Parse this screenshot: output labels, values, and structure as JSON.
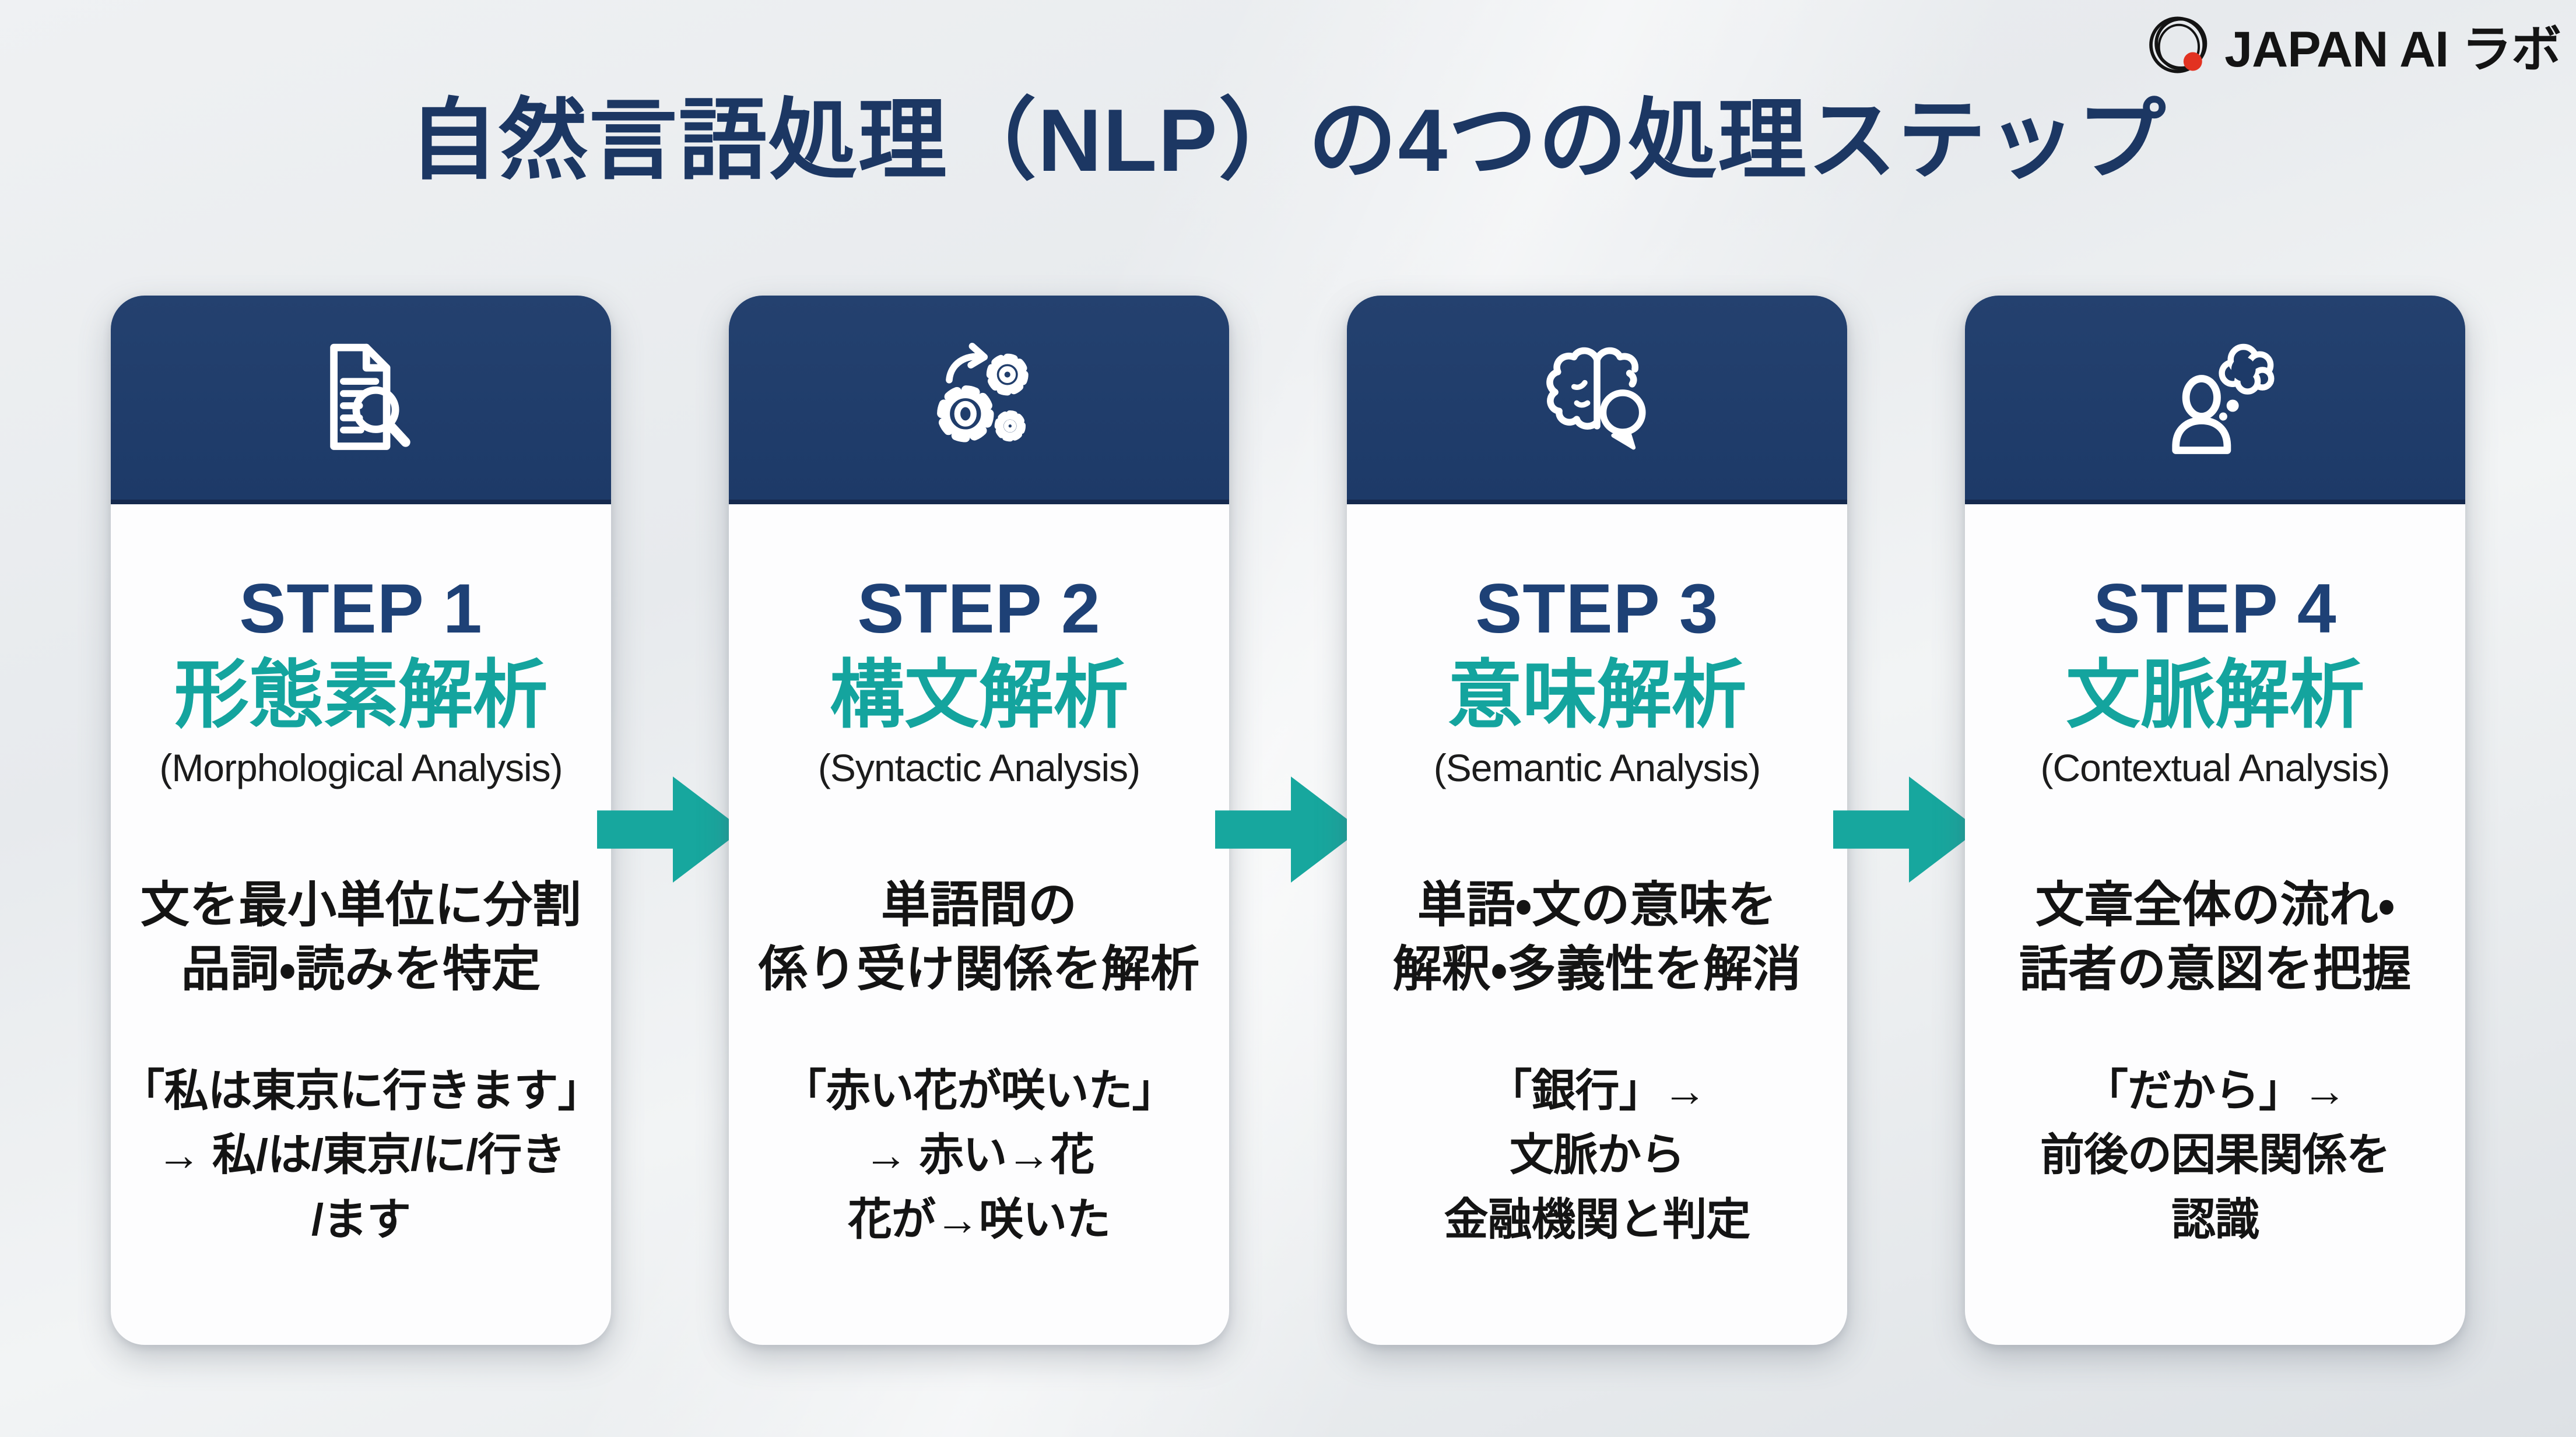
{
  "page": {
    "title": "自然言語処理（NLP）の4つの処理ステップ"
  },
  "logo": {
    "text": "JAPAN AI ラボ",
    "mark": "orbit-rings-with-red-dot-icon",
    "ring_color": "#141414",
    "dot_color": "#e23221"
  },
  "colors": {
    "header_navy": "#1d3a68",
    "title_navy": "#1c3763",
    "step_navy": "#1e4176",
    "teal_accent": "#14a49e",
    "arrow_teal": "#17a79e",
    "card_bg": "#fdfdfe",
    "page_bg": "#e7eaed"
  },
  "steps": [
    {
      "step": "STEP 1",
      "title_jp": "形態素解析",
      "title_en": "(Morphological Analysis)",
      "icon": "document-search-icon",
      "desc": [
        "文を最小単位に分割",
        "品詞・読みを特定"
      ],
      "example": [
        "「私は東京に行きます」",
        "→ 私/は/東京/に/行き",
        "/ます"
      ]
    },
    {
      "step": "STEP 2",
      "title_jp": "構文解析",
      "title_en": "(Syntactic Analysis)",
      "icon": "gears-process-icon",
      "desc": [
        "単語間の",
        "係り受け関係を解析"
      ],
      "example": [
        "「赤い花が咲いた」",
        "→ 赤い→花",
        "花が→咲いた"
      ]
    },
    {
      "step": "STEP 3",
      "title_jp": "意味解析",
      "title_en": "(Semantic Analysis)",
      "icon": "brain-speech-bubble-icon",
      "desc": [
        "単語・文の意味を",
        "解釈・多義性を解消"
      ],
      "example": [
        "「銀行」→",
        "文脈から",
        "金融機関と判定"
      ]
    },
    {
      "step": "STEP 4",
      "title_jp": "文脈解析",
      "title_en": "(Contextual Analysis)",
      "icon": "person-thought-cloud-icon",
      "desc": [
        "文章全体の流れ・",
        "話者の意図を把握"
      ],
      "example": [
        "「だから」→",
        "前後の因果関係を",
        "認識"
      ]
    }
  ]
}
